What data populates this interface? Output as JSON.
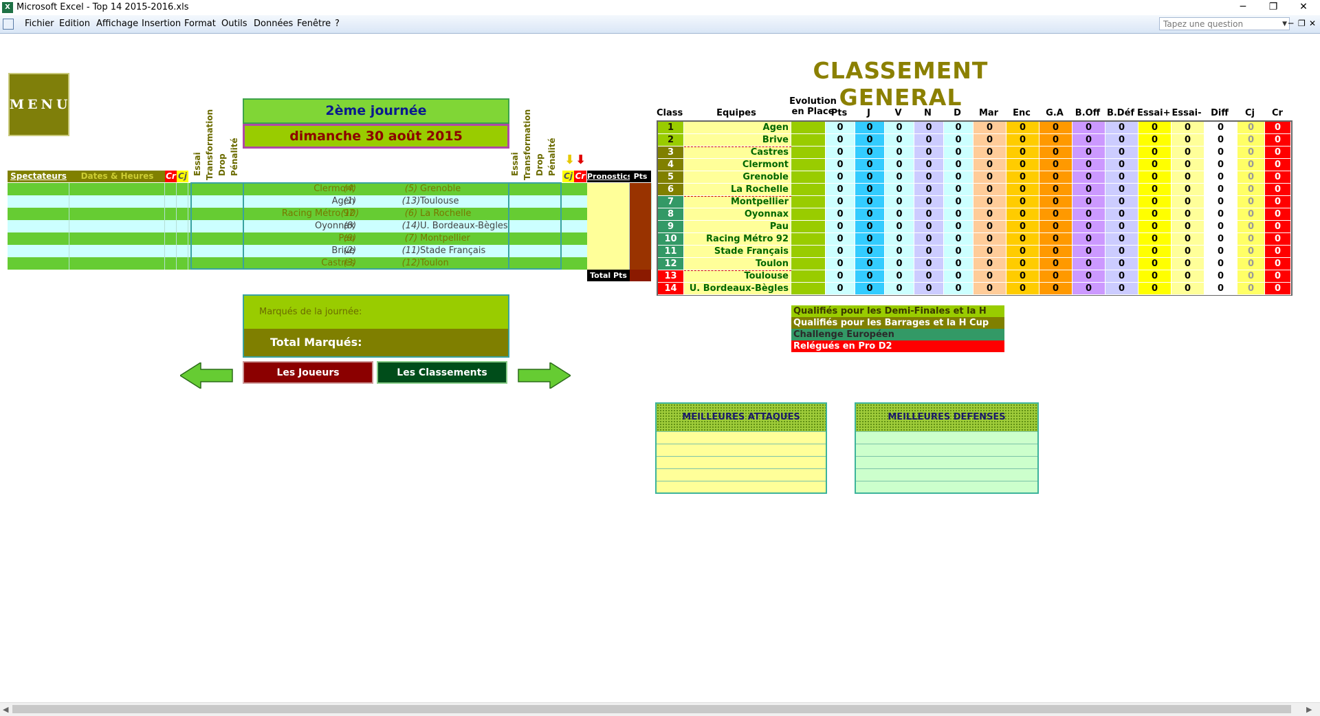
{
  "window": {
    "title": "Microsoft Excel - Top 14  2015-2016.xls"
  },
  "menubar": {
    "items": [
      "Fichier",
      "Edition",
      "Affichage",
      "Insertion",
      "Format",
      "Outils",
      "Données",
      "Fenêtre",
      "?"
    ],
    "ask_placeholder": "Tapez une question"
  },
  "sheet": {
    "menu_button": "MENU",
    "round_label": "2ème journée",
    "round_date": "dimanche 30 août 2015",
    "left_headers": {
      "spectateurs": "Spectateurs",
      "dates_heures": "Dates & Heures",
      "cr": "Cr",
      "cj": "Cj"
    },
    "score_labels": [
      "Essai",
      "Transformation",
      "Drop",
      "Pénalité"
    ],
    "right_headers": {
      "cj": "Cj",
      "cr": "Cr",
      "pronostics": "Pronostics",
      "pts": "Pts"
    },
    "total_pts_label": "Total Pts",
    "matches": [
      {
        "home": "Clermont",
        "home_seed": "(4)",
        "away_seed": "(5)",
        "away": "Grenoble"
      },
      {
        "home": "Agen",
        "home_seed": "(1)",
        "away_seed": "(13)",
        "away": "Toulouse"
      },
      {
        "home": "Racing Métro 92",
        "home_seed": "(10)",
        "away_seed": "(6)",
        "away": "La Rochelle"
      },
      {
        "home": "Oyonnax",
        "home_seed": "(8)",
        "away_seed": "(14)",
        "away": "U. Bordeaux-Bègles"
      },
      {
        "home": "Pau",
        "home_seed": "(9)",
        "away_seed": "(7)",
        "away": "Montpellier"
      },
      {
        "home": "Brive",
        "home_seed": "(2)",
        "away_seed": "(11)",
        "away": "Stade Français"
      },
      {
        "home": "Castres",
        "home_seed": "(3)",
        "away_seed": "(12)",
        "away": "Toulon"
      }
    ],
    "marques_day": "Marqués de la journée:",
    "marques_total": "Total Marqués:",
    "btn_joueurs": "Les Joueurs",
    "btn_classements": "Les Classements"
  },
  "classement": {
    "title": "CLASSEMENT GENERAL",
    "evolution_label": "Evolution en Place",
    "headers": [
      "Class",
      "Equipes",
      "Pts",
      "J",
      "V",
      "N",
      "D",
      "Mar",
      "Enc",
      "G.A",
      "B.Off",
      "B.Déf",
      "Essai+",
      "Essai-",
      "Diff",
      "Cj",
      "Cr"
    ],
    "rows": [
      {
        "rank": "1",
        "team": "Agen"
      },
      {
        "rank": "2",
        "team": "Brive"
      },
      {
        "rank": "3",
        "team": "Castres"
      },
      {
        "rank": "4",
        "team": "Clermont"
      },
      {
        "rank": "5",
        "team": "Grenoble"
      },
      {
        "rank": "6",
        "team": "La Rochelle"
      },
      {
        "rank": "7",
        "team": "Montpellier"
      },
      {
        "rank": "8",
        "team": "Oyonnax"
      },
      {
        "rank": "9",
        "team": "Pau"
      },
      {
        "rank": "10",
        "team": "Racing Métro 92"
      },
      {
        "rank": "11",
        "team": "Stade Français"
      },
      {
        "rank": "12",
        "team": "Toulon"
      },
      {
        "rank": "13",
        "team": "Toulouse"
      },
      {
        "rank": "14",
        "team": "U. Bordeaux-Bègles"
      }
    ],
    "zero": "0",
    "legend": [
      {
        "label": "Qualifiés pour les Demi-Finales et la H Cup",
        "bg": "#99cc00",
        "fg": "#3a3a00"
      },
      {
        "label": "Qualifiés pour les Barrages et la H Cup",
        "bg": "#808000",
        "fg": "#ffffff"
      },
      {
        "label": "Challenge Européen",
        "bg": "#339966",
        "fg": "#2a2a2a"
      },
      {
        "label": "Relégués en Pro D2",
        "bg": "#ff0000",
        "fg": "#ffffff"
      }
    ],
    "best_attacks": "MEILLEURES ATTAQUES",
    "best_defenses": "MEILLEURES DEFENSES"
  },
  "colors": {
    "olive": "#808000",
    "lime": "#99cc00",
    "green_row": "#66cc33",
    "cyan_row": "#ccffff",
    "red": "#ff0000",
    "dark_red_btn": "#8b0000",
    "dark_green_btn": "#004d1a"
  }
}
